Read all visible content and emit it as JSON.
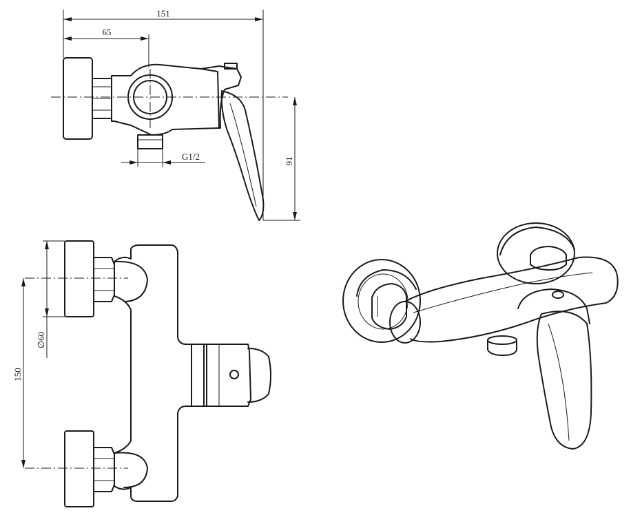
{
  "dimensions": {
    "overall_length": "151",
    "handle_offset": "65",
    "thread": "G1/2",
    "handle_drop": "91",
    "escutcheon_diameter": "∅60",
    "center_distance": "150"
  },
  "colors": {
    "line": "#1a1a1a",
    "background": "#ffffff"
  }
}
